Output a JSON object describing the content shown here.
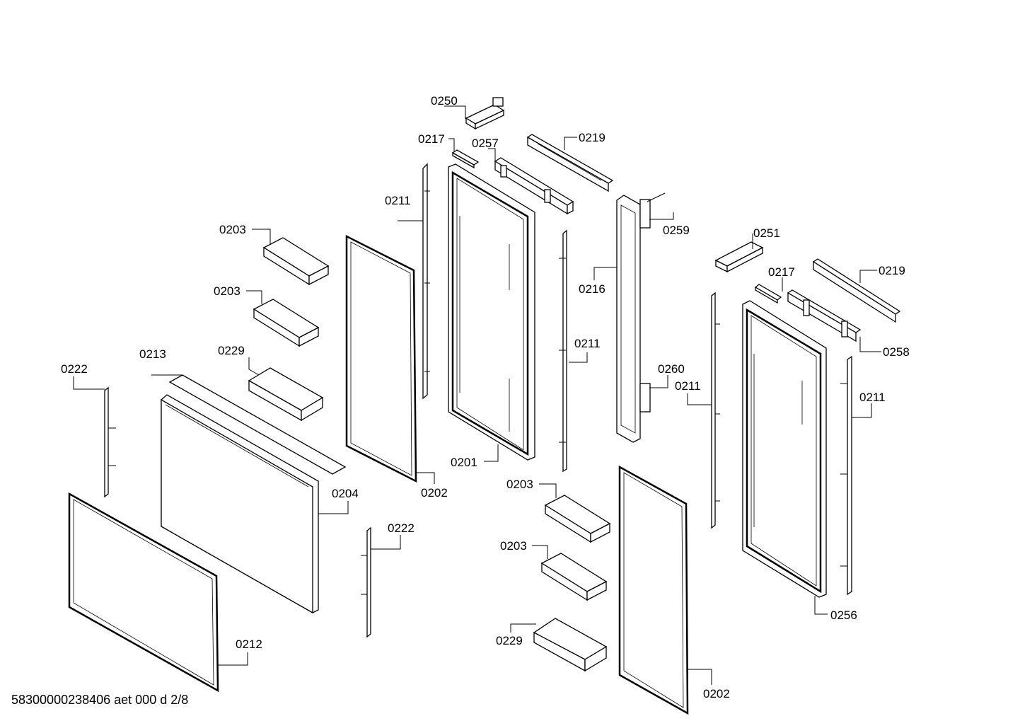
{
  "labels": {
    "l0250": "0250",
    "l0217a": "0217",
    "l0257": "0257",
    "l0219a": "0219",
    "l0211a": "0211",
    "l0203a": "0203",
    "l0259": "0259",
    "l0251": "0251",
    "l0217b": "0217",
    "l0219b": "0219",
    "l0216": "0216",
    "l0203b": "0203",
    "l0258": "0258",
    "l0213": "0213",
    "l0229a": "0229",
    "l0211b": "0211",
    "l0222a": "0222",
    "l0260": "0260",
    "l0211c": "0211",
    "l0211d": "0211",
    "l0201": "0201",
    "l0202a": "0202",
    "l0204": "0204",
    "l0203c": "0203",
    "l0222b": "0222",
    "l0203d": "0203",
    "l0256": "0256",
    "l0229b": "0229",
    "l0212": "0212",
    "l0202b": "0202"
  },
  "footer": "58300000238406 aet 000 d 2/8"
}
